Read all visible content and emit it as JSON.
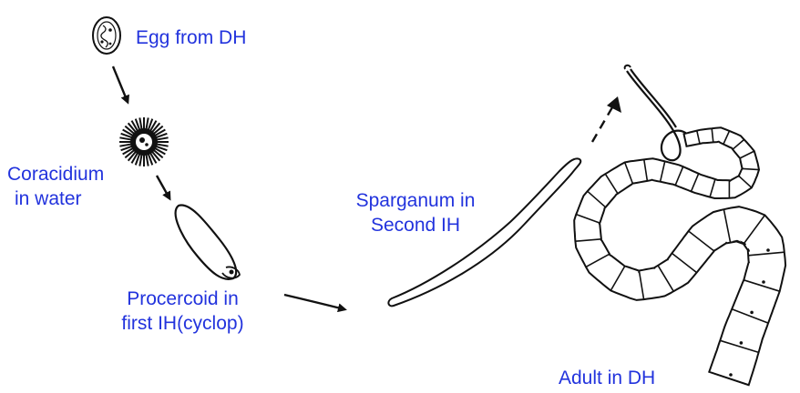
{
  "labels": {
    "egg": "Egg from DH",
    "coracidium": [
      "Coracidium",
      "in water"
    ],
    "procercoid": [
      "Procercoid in",
      "first IH(cyclop)"
    ],
    "sparganum": [
      "Sparganum in",
      "Second IH"
    ],
    "adult": "Adult in DH"
  },
  "colors": {
    "label_text": "#2233dd",
    "line_art": "#111111",
    "background": "#ffffff"
  }
}
